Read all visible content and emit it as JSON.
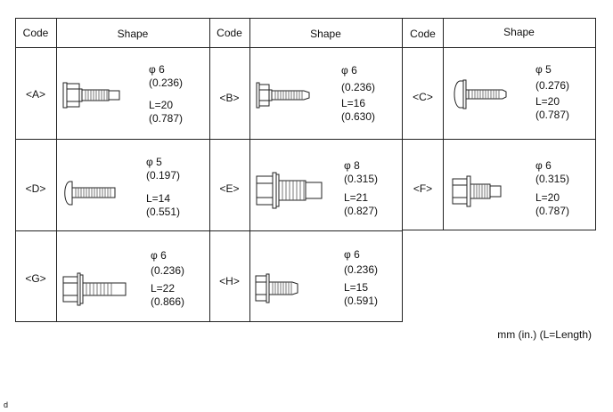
{
  "headers": {
    "code": "Code",
    "shape": "Shape"
  },
  "bolts": [
    {
      "code": "<A>",
      "diameter": "φ 6",
      "diameter_in": "(0.236)",
      "length": "L=20",
      "length_in": "(0.787)"
    },
    {
      "code": "<B>",
      "diameter": "φ 6",
      "diameter_in": "(0.236)",
      "length": "L=16",
      "length_in": "(0.630)"
    },
    {
      "code": "<C>",
      "diameter": "φ 5",
      "diameter_in": "(0.276)",
      "length": "L=20",
      "length_in": "(0.787)"
    },
    {
      "code": "<D>",
      "diameter": "φ 5",
      "diameter_in": "(0.197)",
      "length": "L=14",
      "length_in": "(0.551)"
    },
    {
      "code": "<E>",
      "diameter": "φ 8",
      "diameter_in": "(0.315)",
      "length": "L=21",
      "length_in": "(0.827)"
    },
    {
      "code": "<F>",
      "diameter": "φ 6",
      "diameter_in": "(0.315)",
      "length": "L=20",
      "length_in": "(0.787)"
    },
    {
      "code": "<G>",
      "diameter": "φ 6",
      "diameter_in": "(0.236)",
      "length": "L=22",
      "length_in": "(0.866)"
    },
    {
      "code": "<H>",
      "diameter": "φ 6",
      "diameter_in": "(0.236)",
      "length": "L=15",
      "length_in": "(0.591)"
    }
  ],
  "unit_note": "mm (in.) (L=Length)",
  "figure_ref": "d"
}
